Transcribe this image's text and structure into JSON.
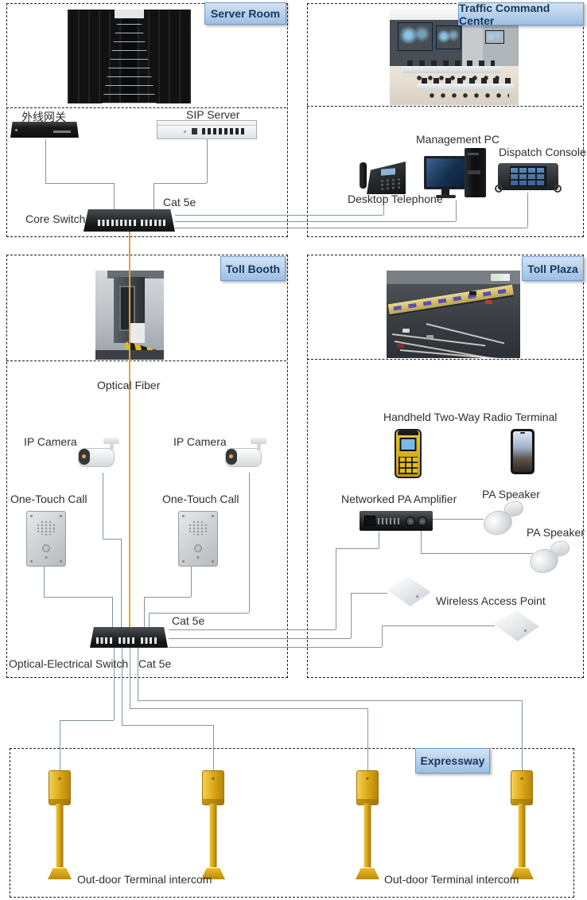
{
  "sections": {
    "server_room": {
      "label": "Server Room"
    },
    "traffic_command_center": {
      "label": "Traffic Command Center"
    },
    "toll_booth": {
      "label": "Toll Booth"
    },
    "toll_plaza": {
      "label": "Toll Plaza"
    },
    "expressway": {
      "label": "Expressway"
    }
  },
  "labels": {
    "external_gateway": "外线网关",
    "sip_server": "SIP Server",
    "core_switch": "Core Switch",
    "cat5e": "Cat 5e",
    "desktop_telephone": "Desktop Telephone",
    "management_pc": "Management PC",
    "dispatch_console": "Dispatch Console",
    "optical_fiber": "Optical Fiber",
    "ip_camera": "IP Camera",
    "one_touch_call": "One-Touch Call",
    "optical_electrical_switch": "Optical-Electrical Switch",
    "handheld_radio": "Handheld Two-Way Radio Terminal",
    "pa_amplifier": "Networked PA Amplifier",
    "pa_speaker": "PA Speaker",
    "wireless_access_point": "Wireless Access Point",
    "outdoor_intercom": "Out-door Terminal intercom"
  },
  "colors": {
    "cable": "#8395a6",
    "optical_fiber_cable": "#e5a32c",
    "dashed_border": "#1c1c1c",
    "section_label_text": "#17375e",
    "section_label_border": "#6f9ccd",
    "section_label_bg_top": "#d3e2f3",
    "section_label_bg_bottom": "#9dbfe2"
  }
}
